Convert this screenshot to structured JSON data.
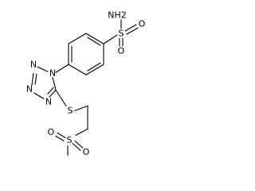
{
  "molecule": {
    "atoms": {
      "nh2": "NH2",
      "s_sulfonamide": "S",
      "o_sulfonamide_top": "O",
      "o_sulfonamide_bottom": "O",
      "n1": "N",
      "n2": "N",
      "n3": "N",
      "n4": "N",
      "s_thioether": "S",
      "s_sulfone": "S",
      "o_sulfone_left": "O",
      "o_sulfone_bottom": "O"
    }
  }
}
